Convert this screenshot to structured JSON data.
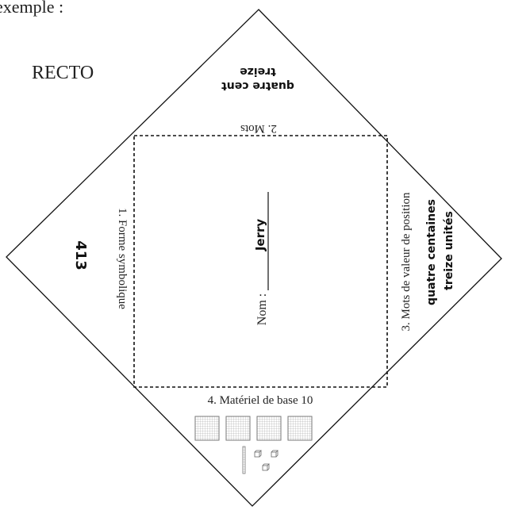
{
  "header": {
    "top_text": "exemple :",
    "side_label": "RECTO"
  },
  "flaps": {
    "top": {
      "section_label": "2. Mots",
      "answer_line1": "quatre cent",
      "answer_line2": "treize"
    },
    "left": {
      "section_label": "1. Forme symbolique",
      "answer": "413"
    },
    "right": {
      "section_label": "3. Mots de valeur de position",
      "answer_line1": "quatre centaines",
      "answer_line2": "treize unités"
    },
    "bottom": {
      "section_label": "4. Matériel de base 10"
    }
  },
  "center": {
    "name_label": "Nom :",
    "name_value": "Jerry"
  },
  "base10": {
    "hundreds_flats": 4,
    "tens_rods": 1,
    "unit_cubes": 3
  }
}
